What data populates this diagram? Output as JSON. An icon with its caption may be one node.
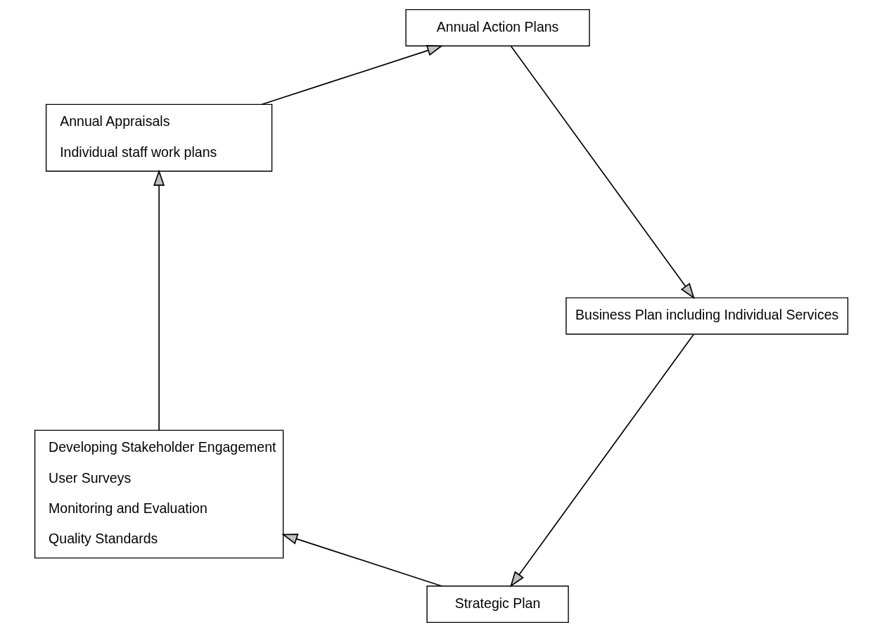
{
  "diagram": {
    "nodes": [
      {
        "text": [
          "Strategic Plan"
        ]
      },
      {
        "text": [
          "Developing Stakeholder Engagement",
          "User Surveys",
          "Monitoring and Evaluation",
          "Quality Standards"
        ]
      },
      {
        "text": [
          "Annual Appraisals",
          "Individual staff work plans"
        ]
      },
      {
        "text": [
          "Annual Action Plans"
        ]
      },
      {
        "text": [
          "Business Plan including Individual Services"
        ]
      }
    ],
    "edges": [
      {
        "from": 0,
        "to": 1,
        "arrow": "to"
      },
      {
        "from": 1,
        "to": 2,
        "arrow": "to"
      },
      {
        "from": 2,
        "to": 3,
        "arrow": "to"
      },
      {
        "from": 3,
        "to": 4,
        "arrow": "to"
      },
      {
        "from": 4,
        "to": 0,
        "arrow": "to"
      }
    ]
  }
}
